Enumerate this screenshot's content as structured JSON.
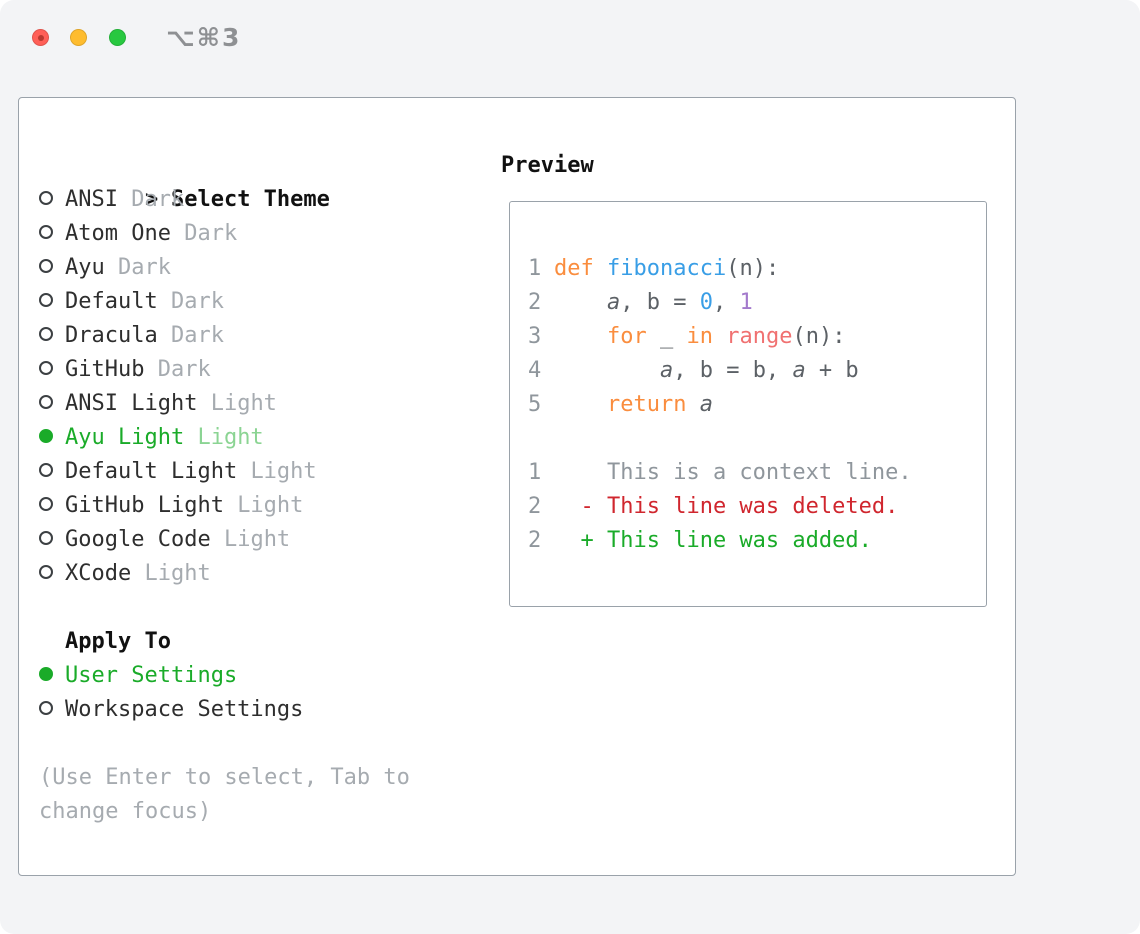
{
  "window": {
    "title": "⌥⌘3"
  },
  "panel": {
    "theme_list": {
      "prompt": ">",
      "header": "Select Theme",
      "items": [
        {
          "name": "ANSI",
          "variant": "Dark",
          "selected": false
        },
        {
          "name": "Atom One",
          "variant": "Dark",
          "selected": false
        },
        {
          "name": "Ayu",
          "variant": "Dark",
          "selected": false
        },
        {
          "name": "Default",
          "variant": "Dark",
          "selected": false
        },
        {
          "name": "Dracula",
          "variant": "Dark",
          "selected": false
        },
        {
          "name": "GitHub",
          "variant": "Dark",
          "selected": false
        },
        {
          "name": "ANSI Light",
          "variant": "Light",
          "selected": false
        },
        {
          "name": "Ayu Light",
          "variant": "Light",
          "selected": true
        },
        {
          "name": "Default Light",
          "variant": "Light",
          "selected": false
        },
        {
          "name": "GitHub Light",
          "variant": "Light",
          "selected": false
        },
        {
          "name": "Google Code",
          "variant": "Light",
          "selected": false
        },
        {
          "name": "XCode",
          "variant": "Light",
          "selected": false
        }
      ]
    },
    "apply_to": {
      "header": "Apply To",
      "options": [
        {
          "label": "User Settings",
          "selected": true
        },
        {
          "label": "Workspace Settings",
          "selected": false
        }
      ]
    },
    "help": "(Use Enter to select, Tab to change focus)"
  },
  "preview": {
    "header": "Preview",
    "lines": [
      {
        "num": "1",
        "segments": [
          {
            "t": "def",
            "c": "orange"
          },
          {
            "t": " "
          },
          {
            "t": "fibonacci",
            "c": "blue"
          },
          {
            "t": "(n):"
          }
        ]
      },
      {
        "num": "2",
        "segments": [
          {
            "t": "    "
          },
          {
            "t": "a",
            "i": true
          },
          {
            "t": ", b = "
          },
          {
            "t": "0",
            "c": "blue"
          },
          {
            "t": ", "
          },
          {
            "t": "1",
            "c": "purple"
          }
        ]
      },
      {
        "num": "3",
        "segments": [
          {
            "t": "    "
          },
          {
            "t": "for",
            "c": "orange"
          },
          {
            "t": " _ "
          },
          {
            "t": "in",
            "c": "orange"
          },
          {
            "t": " "
          },
          {
            "t": "range",
            "c": "coral"
          },
          {
            "t": "(n):"
          }
        ]
      },
      {
        "num": "4",
        "segments": [
          {
            "t": "        "
          },
          {
            "t": "a",
            "i": true
          },
          {
            "t": ", b = b, "
          },
          {
            "t": "a",
            "i": true
          },
          {
            "t": " + b"
          }
        ]
      },
      {
        "num": "5",
        "segments": [
          {
            "t": "    "
          },
          {
            "t": "return",
            "c": "orange"
          },
          {
            "t": " "
          },
          {
            "t": "a",
            "i": true
          }
        ]
      },
      {
        "num": "",
        "segments": []
      },
      {
        "num": "1",
        "segments": [
          {
            "t": "    This is a context line.",
            "c": "gray"
          }
        ]
      },
      {
        "num": "2",
        "segments": [
          {
            "t": "  - This line was deleted.",
            "c": "red"
          }
        ]
      },
      {
        "num": "2",
        "segments": [
          {
            "t": "  + This line was added.",
            "c": "green"
          }
        ]
      }
    ]
  },
  "colors": {
    "bg": "#f3f4f6",
    "panel-bg": "#ffffff",
    "border": "#9aa2aa",
    "text": "#2e2e2e",
    "muted": "#a6abb0",
    "green": "#1aab29",
    "orange": "#fa8d3e",
    "blue": "#399ee6",
    "coral": "#f07171",
    "purple": "#a37acc",
    "gray": "#8f969c",
    "red": "#d0262e",
    "code-fg": "#5c6166",
    "traffic-red": "#ff5f57",
    "traffic-yellow": "#febc2e",
    "traffic-green": "#28c840",
    "title-gray": "#8e9093"
  }
}
